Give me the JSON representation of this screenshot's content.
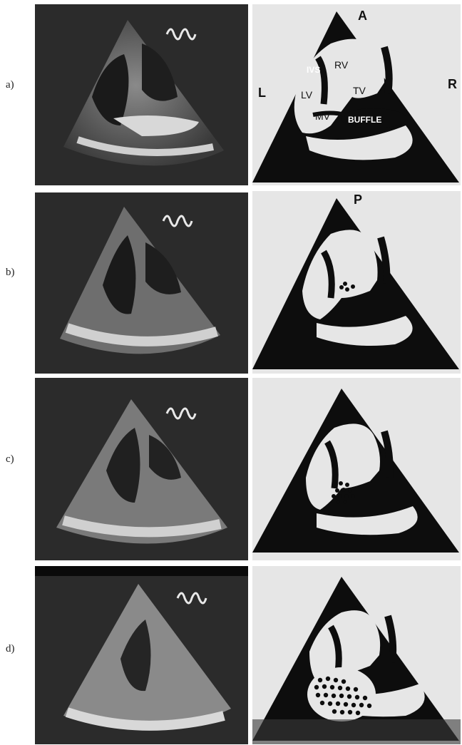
{
  "panels": [
    {
      "label": "a)"
    },
    {
      "label": "b)"
    },
    {
      "label": "c)"
    },
    {
      "label": "d)"
    }
  ],
  "labels": {
    "apex_a": "A",
    "apex_b": "P",
    "left": "L",
    "right": "R",
    "ivs": "IVS",
    "rv": "RV",
    "lv": "LV",
    "tv": "TV",
    "mv": "MV",
    "baffle": "BUFFLE"
  },
  "colors": {
    "echo_bg": "#2b2b2b",
    "schematic_fill": "#0d0d0d",
    "schematic_bg": "#e6e6e6"
  }
}
